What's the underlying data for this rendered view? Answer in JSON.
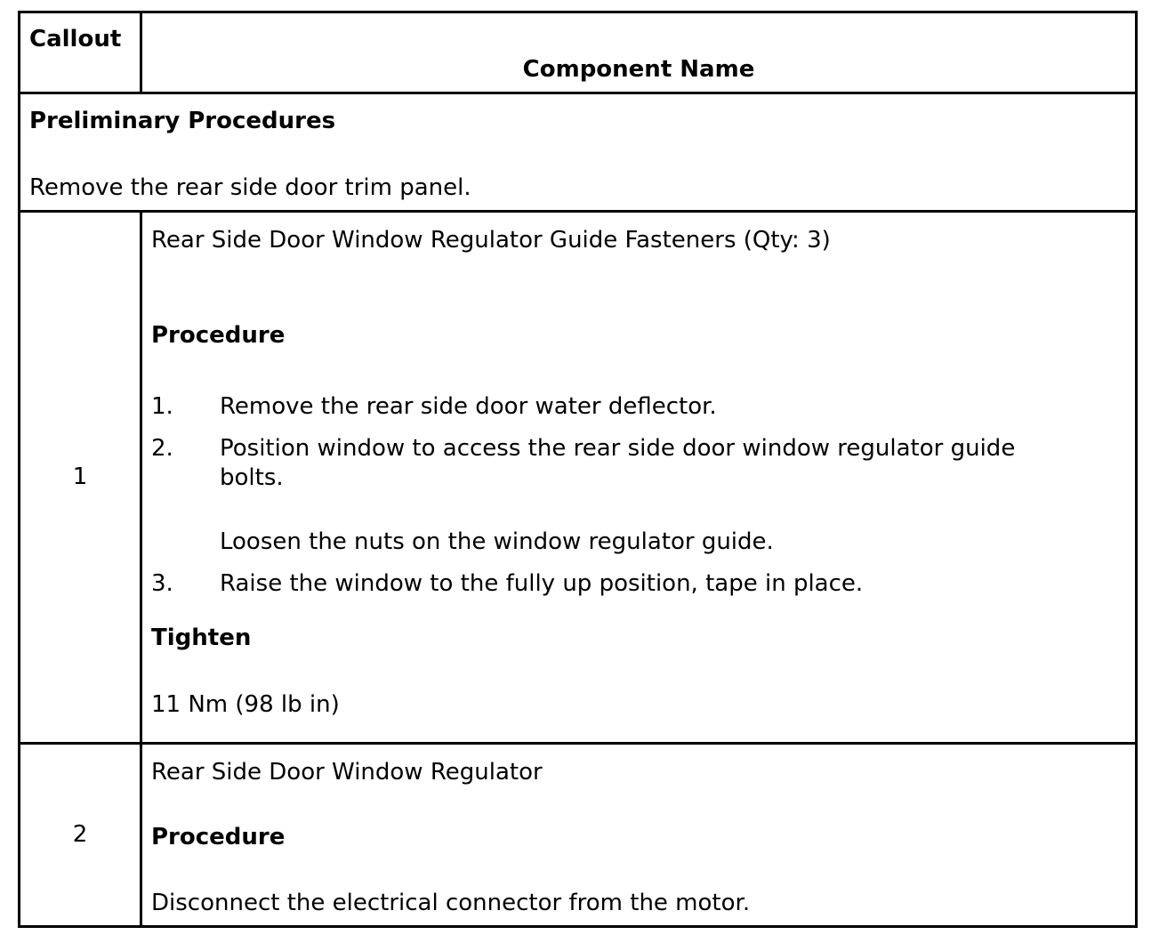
{
  "colors": {
    "border": "#000000",
    "background": "#ffffff",
    "text": "#000000"
  },
  "table": {
    "header": {
      "callout": "Callout",
      "component_name": "Component Name"
    },
    "preliminary": {
      "title": "Preliminary Procedures",
      "text": "Remove the rear side door trim panel."
    },
    "rows": [
      {
        "callout": "1",
        "component": "Rear Side Door Window Regulator Guide Fasteners (Qty: 3)",
        "procedure_label": "Procedure",
        "steps": [
          {
            "num": "1.",
            "text": "Remove the rear side door water deflector."
          },
          {
            "num": "2.",
            "text": "Position window to access the rear side door window regulator guide bolts.",
            "continuation": "Loosen the nuts on the window regulator guide."
          },
          {
            "num": "3.",
            "text": "Raise the window to the fully up position, tape in place."
          }
        ],
        "tighten_label": "Tighten",
        "tighten_value": "11 Nm (98 lb in)"
      },
      {
        "callout": "2",
        "component": "Rear Side Door Window Regulator",
        "procedure_label": "Procedure",
        "text": "Disconnect the electrical connector from the motor."
      }
    ]
  }
}
